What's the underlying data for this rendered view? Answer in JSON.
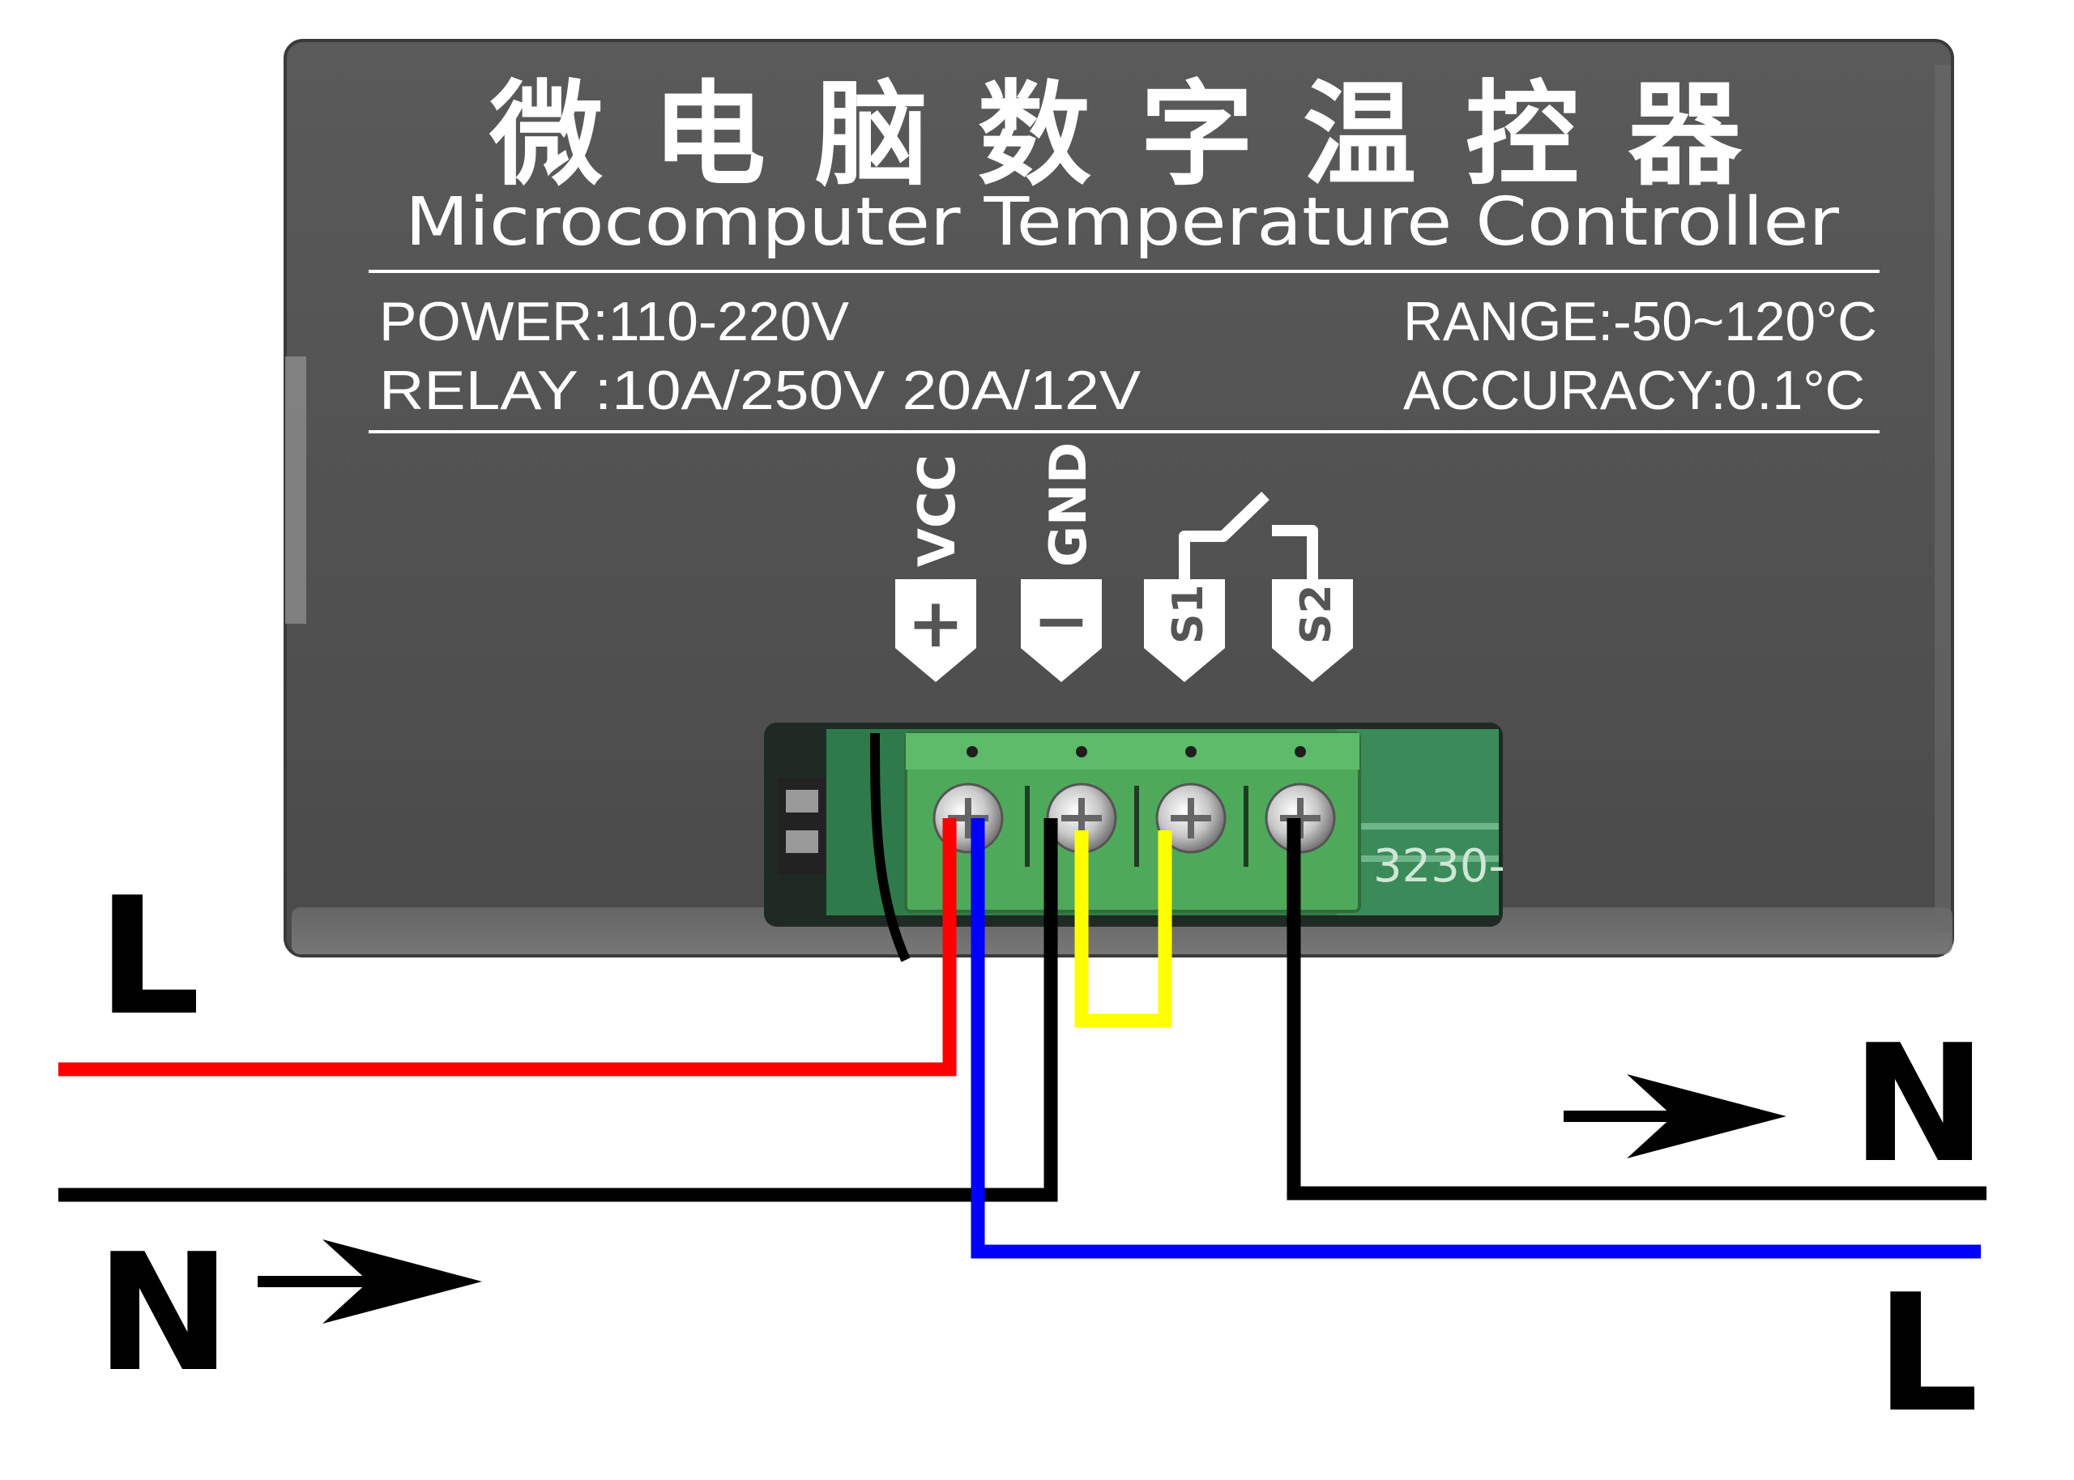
{
  "device": {
    "title_cn": "微 电 脑 数 字 温 控 器",
    "title_en": "Microcomputer Temperature Controller",
    "power": "POWER:110-220V",
    "relay": "RELAY :10A/250V  20A/12V",
    "range": "RANGE:-50~120°C",
    "accuracy": "ACCURACY:0.1°C",
    "board_label": "3230-"
  },
  "terminals": [
    {
      "name": "VCC",
      "symbol": "+"
    },
    {
      "name": "GND",
      "symbol": "−"
    },
    {
      "name": "",
      "symbol": "S1"
    },
    {
      "name": "",
      "symbol": "S2"
    }
  ],
  "wiring": {
    "left_top_label": "L",
    "left_bottom_label": "N",
    "right_top_label": "N",
    "right_bottom_label": "L",
    "colors": {
      "line": "#ff0000",
      "neutral": "#000000",
      "load_line": "#0000ff",
      "jumper": "#ffff00"
    }
  }
}
